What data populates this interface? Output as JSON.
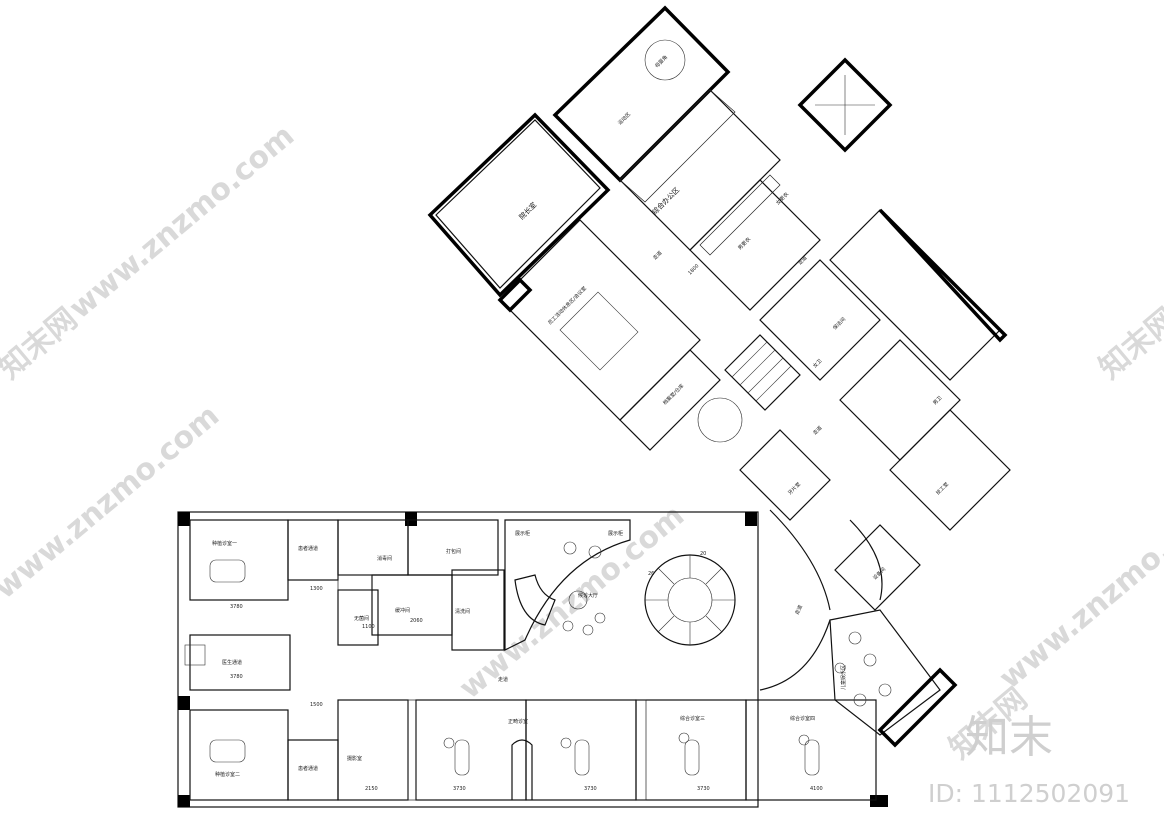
{
  "rooms": {
    "director_office": "院长室",
    "mother_infant_room": "母婴角",
    "rehab_area": "运动区",
    "office_area": "综合办公区",
    "staff_lounge": "员工活动休息区/会议室",
    "male_locker": "男更衣",
    "female_locker": "女更衣",
    "archive_room": "档案室/仓库",
    "corridor": "走道",
    "cleaning_room": "保洁间",
    "female_wc": "女卫",
    "male_wc": "男卫",
    "tech_room": "技工室",
    "dental_prep": "牙片室",
    "disinfection_room": "消毒间",
    "packing_room": "打包间",
    "buffer_room": "缓冲间",
    "sterile_room": "无菌间",
    "cleaning_wash": "清洗间",
    "display_cabinet": "展示柜",
    "lobby": "候诊大厅",
    "implant_room_1": "种植诊室一",
    "implant_room_2": "种植诊室二",
    "patient_corridor": "患者通道",
    "doctor_corridor": "医生通道",
    "photo_room": "摄影室",
    "ortho_room": "正畸诊室",
    "general_room_3": "综合诊室三",
    "general_room_4": "综合诊室四",
    "kids_area": "儿童娱乐区",
    "equipment_room": "设备间"
  },
  "dimensions": {
    "d3780": "3780",
    "d1300": "1300",
    "d1500": "1500",
    "d2060": "2060",
    "d1100": "1100",
    "d2150": "2150",
    "d3730": "3730",
    "d4100": "4100",
    "d1800": "1800",
    "d26": "26",
    "d20": "20"
  },
  "watermark": {
    "site": "www.znzmo.com",
    "brand": "知末网",
    "logo": "知末",
    "id": "ID: 1112502091"
  }
}
